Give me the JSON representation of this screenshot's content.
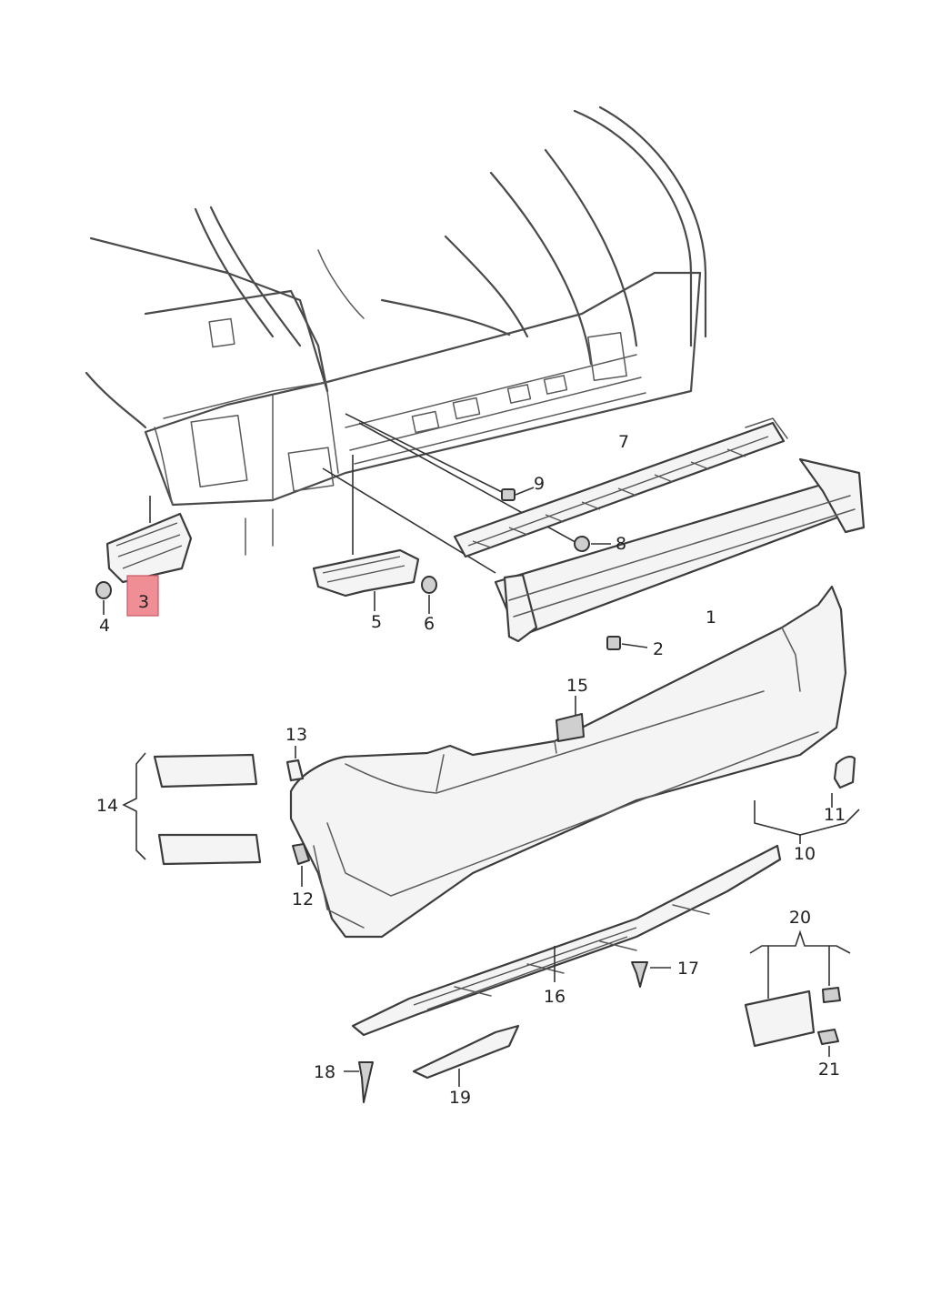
{
  "diagram": {
    "callouts": [
      "1",
      "2",
      "3",
      "4",
      "5",
      "6",
      "7",
      "8",
      "9",
      "10",
      "11",
      "12",
      "13",
      "14",
      "15",
      "16",
      "17",
      "18",
      "19",
      "20",
      "21"
    ],
    "highlight_color": "#ef8f95"
  }
}
